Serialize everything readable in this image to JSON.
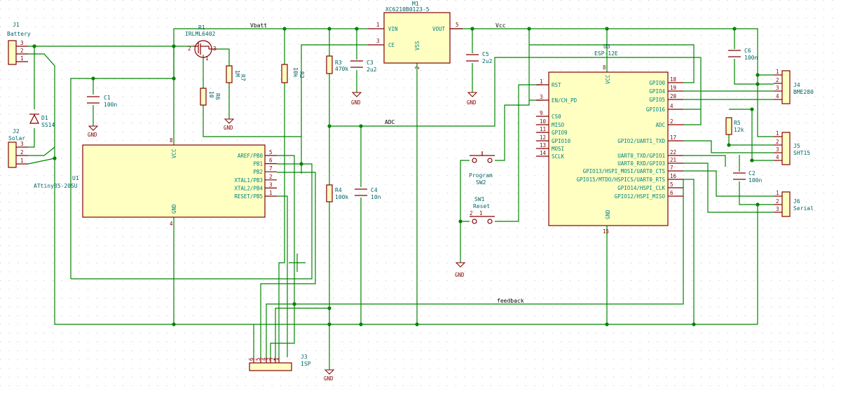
{
  "j1": {
    "ref": "J1",
    "value": "Battery",
    "pins": [
      "3",
      "2",
      "1"
    ]
  },
  "j2": {
    "ref": "J2",
    "value": "Solar",
    "pins": [
      "3",
      "2",
      "1"
    ]
  },
  "d1": {
    "ref": "D1",
    "value": "SS14"
  },
  "r1": {
    "ref": "R1",
    "value": "IRLML6402",
    "pins": [
      "2",
      "1",
      "3"
    ]
  },
  "r7": {
    "ref": "R7",
    "value": "1M"
  },
  "r6": {
    "ref": "R6",
    "value": "10"
  },
  "r2": {
    "ref": "R2",
    "value": "10k"
  },
  "r3": {
    "ref": "R3",
    "value": "470k"
  },
  "r4": {
    "ref": "R4",
    "value": "100k"
  },
  "r5": {
    "ref": "R5",
    "value": "12k"
  },
  "c1": {
    "ref": "C1",
    "value": "100n"
  },
  "c2": {
    "ref": "C2",
    "value": "100n"
  },
  "c3": {
    "ref": "C3",
    "value": "2u2"
  },
  "c4": {
    "ref": "C4",
    "value": "10n"
  },
  "c5": {
    "ref": "C5",
    "value": "2u2"
  },
  "c6": {
    "ref": "C6",
    "value": "100n"
  },
  "m1": {
    "ref": "M1",
    "value": "XC6210B0123-5",
    "vin": "VIN",
    "vout": "VOUT",
    "ce": "CE",
    "vss": "VSS",
    "pins": [
      "1",
      "3",
      "5",
      "2"
    ]
  },
  "u1": {
    "ref": "U1",
    "value": "ATtiny85-20SU",
    "vcc": "VCC",
    "gnd": "GND",
    "vcc_pin": "8",
    "gnd_pin": "4",
    "right_pins": [
      {
        "name": "AREF/PB0",
        "num": "5"
      },
      {
        "name": "PB1",
        "num": "6"
      },
      {
        "name": "PB2",
        "num": "7"
      },
      {
        "name": "XTAL1/PB3",
        "num": "2"
      },
      {
        "name": "XTAL2/PB4",
        "num": "3"
      },
      {
        "name": "RESET/PB5",
        "num": "1"
      }
    ]
  },
  "u3": {
    "ref": "U3",
    "value": "ESP-12E",
    "vcc": "VCC",
    "gnd": "GND",
    "vcc_pin": "8",
    "gnd_pin": "15",
    "left_pins": [
      {
        "name": "RST",
        "num": "1"
      },
      {
        "name": "EN/CH_PD",
        "num": "3"
      },
      {
        "name": "CS0",
        "num": "9"
      },
      {
        "name": "MISO",
        "num": "10"
      },
      {
        "name": "GPIO9",
        "num": "11"
      },
      {
        "name": "GPIO10",
        "num": "12"
      },
      {
        "name": "MOSI",
        "num": "13"
      },
      {
        "name": "SCLK",
        "num": "14"
      }
    ],
    "right_pins": [
      {
        "name": "GPIO0",
        "num": "18"
      },
      {
        "name": "GPIO4",
        "num": "19"
      },
      {
        "name": "GPIO5",
        "num": "20"
      },
      {
        "name": "GPIO16",
        "num": "4"
      },
      {
        "name": "ADC",
        "num": "2"
      },
      {
        "name": "GPIO2/UART1_TXD",
        "num": "17"
      },
      {
        "name": "UART0_TXD/GPIO1",
        "num": "22"
      },
      {
        "name": "UART0_RXD/GPIO3",
        "num": "21"
      },
      {
        "name": "GPIO13/HSPI_MOSI/UART0_CTS",
        "num": "7"
      },
      {
        "name": "GPIO15/MTDO/HSPICS/UART0_RTS",
        "num": "16"
      },
      {
        "name": "GPIO14/HSPI_CLK",
        "num": "5"
      },
      {
        "name": "GPIO12/HSPI_MISO",
        "num": "6"
      }
    ]
  },
  "j4": {
    "ref": "J4",
    "value": "BME280",
    "pins": [
      "1",
      "2",
      "3",
      "4"
    ]
  },
  "j5": {
    "ref": "J5",
    "value": "SHT15",
    "pins": [
      "1",
      "2",
      "3",
      "4"
    ]
  },
  "j6": {
    "ref": "J6",
    "value": "Serial",
    "pins": [
      "1",
      "2",
      "3"
    ]
  },
  "j3": {
    "ref": "J3",
    "value": "ISP",
    "pins": [
      "6",
      "5",
      "4",
      "3",
      "2",
      "1"
    ]
  },
  "sw1": {
    "ref": "SW1",
    "value": "Reset",
    "pins": [
      "2",
      "1"
    ]
  },
  "sw2": {
    "ref": "SW2",
    "value": "Program"
  },
  "nets": {
    "vbatt": "Vbatt",
    "vcc": "Vcc",
    "adc": "ADC",
    "feedback": "feedback",
    "gnd": "GND"
  }
}
